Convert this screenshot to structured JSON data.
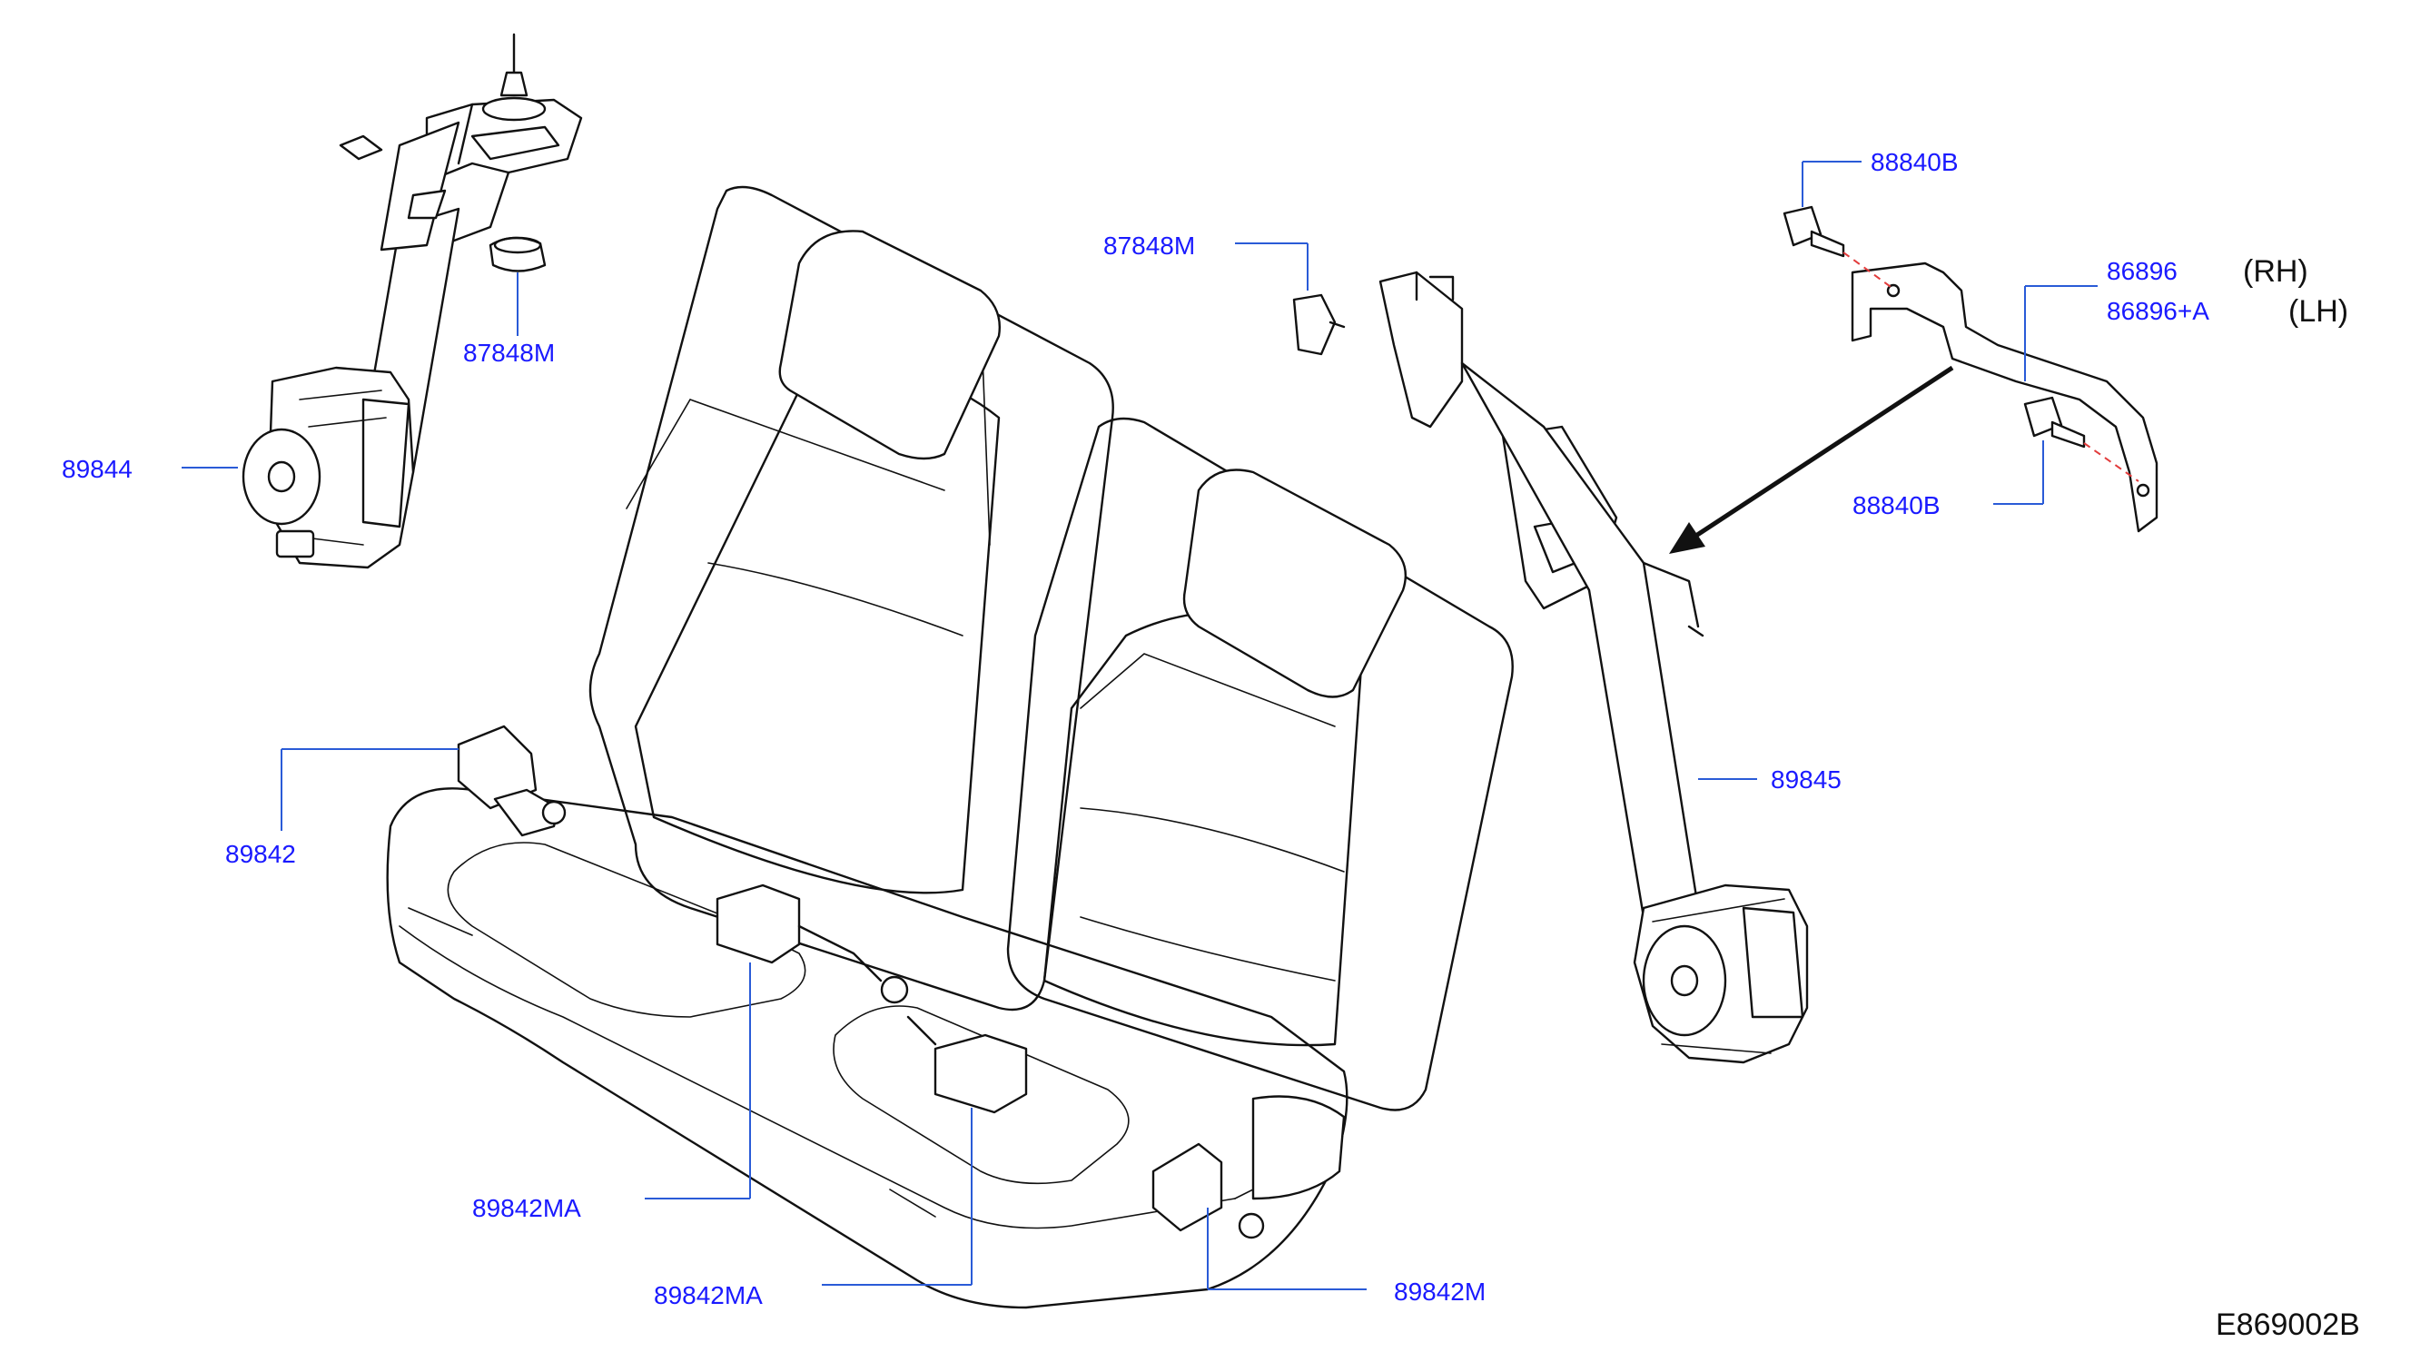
{
  "labels": {
    "p89844": "89844",
    "p87848m_left": "87848M",
    "p87848m_right": "87848M",
    "p88840b_top": "88840B",
    "p88840b_bottom": "88840B",
    "p86896": "86896",
    "p86896a": "86896+A",
    "rh": "(RH)",
    "lh": "(LH)",
    "p89845": "89845",
    "p89842": "89842",
    "p89842ma_1": "89842MA",
    "p89842ma_2": "89842MA",
    "p89842m": "89842M"
  },
  "diagram_code": "E869002B",
  "colors": {
    "label": "#1a1aff",
    "outline": "#111111",
    "leader": "#2a5bd7",
    "center_line": "#e23b3b"
  }
}
